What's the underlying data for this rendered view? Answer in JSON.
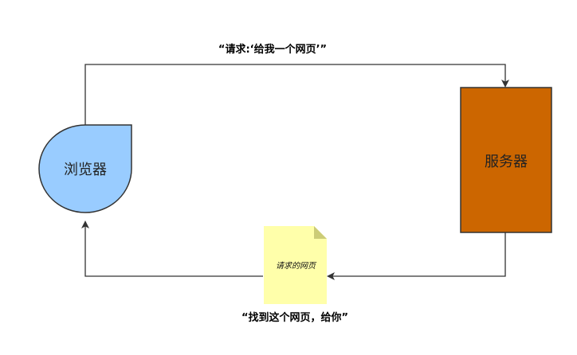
{
  "nodes": {
    "browser": {
      "label": "浏览器",
      "fill": "#99ccff",
      "stroke": "#333333"
    },
    "server": {
      "label": "服务器",
      "fill": "#cc6600",
      "stroke": "#333333"
    },
    "document": {
      "label": "请求的网页",
      "fill": "#ffffaa",
      "fold": "#cccc77"
    }
  },
  "edges": {
    "request": {
      "label": "“请求:‘给我一个网页’”"
    },
    "response": {
      "label": "“找到这个网页，给你”"
    }
  },
  "colors": {
    "line": "#333333",
    "text": "#000000"
  }
}
